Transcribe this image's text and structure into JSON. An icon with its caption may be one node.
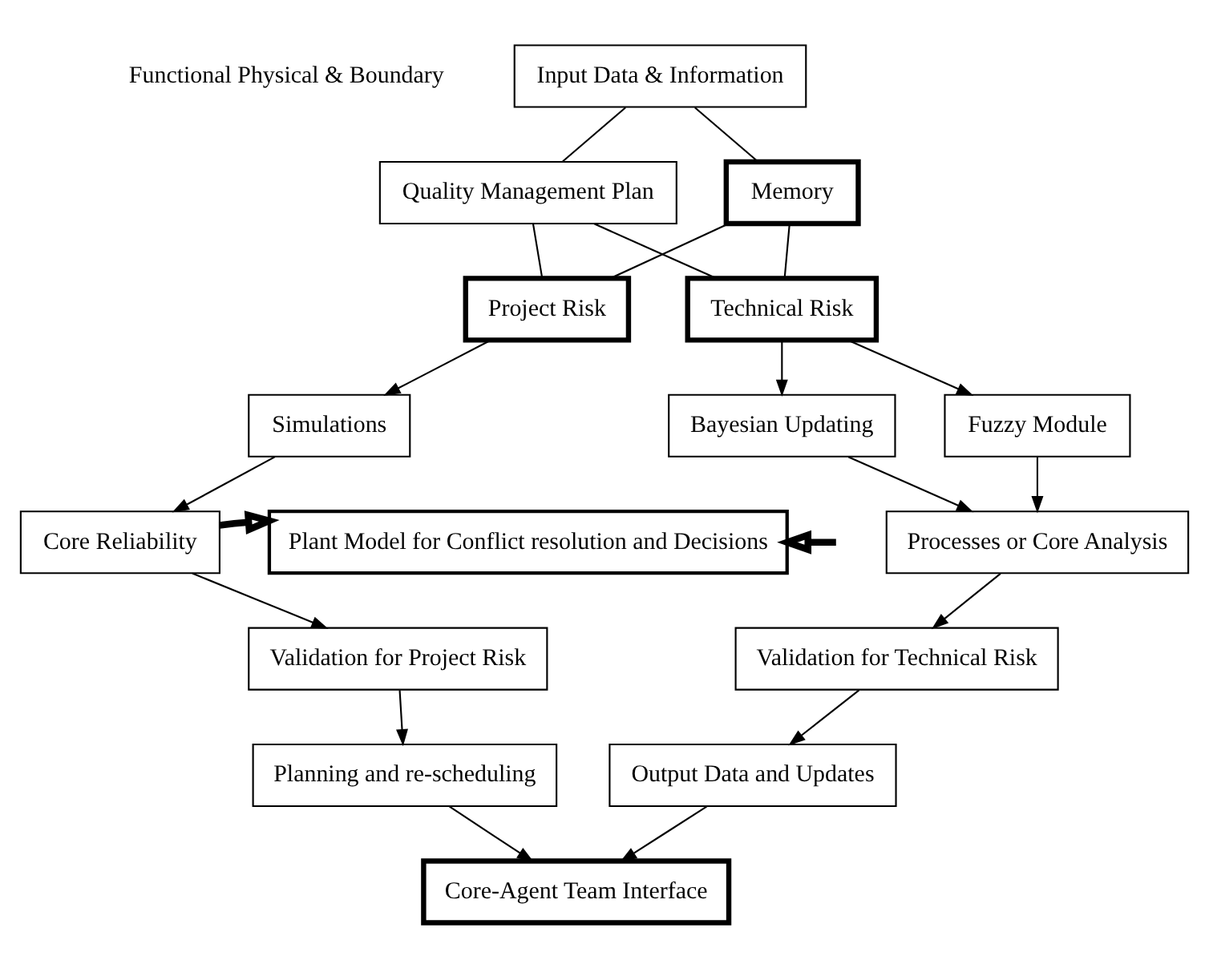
{
  "diagram": {
    "nodes": [
      {
        "text": [
          "Input Data & Information"
        ]
      },
      {
        "text": [
          "Quality Management Plan"
        ]
      },
      {
        "text": [
          "Memory"
        ]
      },
      {
        "text": [
          "Project Risk"
        ]
      },
      {
        "text": [
          "Technical Risk"
        ]
      },
      {
        "text": [
          "Simulations"
        ]
      },
      {
        "text": [
          "Plant Model for Conflict resolution and Decisions"
        ]
      },
      {
        "text": [
          "Bayesian Updating"
        ]
      },
      {
        "text": [
          "Fuzzy Module"
        ]
      },
      {
        "text": [
          "Core Reliability"
        ]
      },
      {
        "text": [
          "Processes or Core Analysis"
        ]
      },
      {
        "text": [
          "Validation for Project Risk"
        ]
      },
      {
        "text": [
          "Validation for Technical Risk"
        ]
      },
      {
        "text": [
          "Planning and re-scheduling"
        ]
      },
      {
        "text": [
          "Output Data and Updates"
        ]
      },
      {
        "text": [
          "Core-Agent Team Interface"
        ]
      }
    ],
    "edges": [
      {
        "from": 0,
        "to": 1,
        "arrow": "none"
      },
      {
        "from": 0,
        "to": 2,
        "arrow": "none"
      },
      {
        "from": 1,
        "to": 3,
        "arrow": "none"
      },
      {
        "from": 1,
        "to": 4,
        "arrow": "none"
      },
      {
        "from": 2,
        "to": 3,
        "arrow": "none"
      },
      {
        "from": 2,
        "to": 4,
        "arrow": "none"
      },
      {
        "from": 3,
        "to": 5,
        "arrow": "to"
      },
      {
        "from": 5,
        "to": 9,
        "arrow": "to"
      },
      {
        "from": 9,
        "to": 11,
        "arrow": "to"
      },
      {
        "from": 11,
        "to": 13,
        "arrow": "to"
      },
      {
        "from": 13,
        "to": 15,
        "arrow": "to"
      },
      {
        "from": 4,
        "to": 7,
        "arrow": "to"
      },
      {
        "from": 4,
        "to": 8,
        "arrow": "to"
      },
      {
        "from": 7,
        "to": 10,
        "arrow": "to"
      },
      {
        "from": 8,
        "to": 10,
        "arrow": "to"
      },
      {
        "from": 10,
        "to": 12,
        "arrow": "to"
      },
      {
        "from": 12,
        "to": 14,
        "arrow": "to"
      },
      {
        "from": 14,
        "to": 15,
        "arrow": "to"
      },
      {
        "from": 9,
        "to": 6,
        "arrow": "to",
        "style": "thick"
      },
      {
        "from": null,
        "to": 6,
        "arrow": "to",
        "style": "thick"
      }
    ],
    "labels": [
      "Functional Physical & Boundary"
    ]
  }
}
